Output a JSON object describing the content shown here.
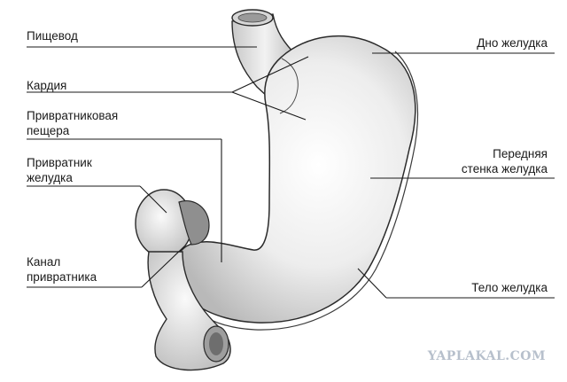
{
  "labels": {
    "esophagus": "Пищевод",
    "cardia": "Кардия",
    "antrum_line1": "Привратниковая",
    "antrum_line2": "пещера",
    "pylorus_line1": "Привратник",
    "pylorus_line2": "желудка",
    "canal_line1": "Канал",
    "canal_line2": "привратника",
    "fundus": "Дно желудка",
    "front_wall_line1": "Передняя",
    "front_wall_line2": "стенка желудка",
    "body": "Тело желудка"
  },
  "watermark": "YAPLAKAL.COM",
  "colors": {
    "ink": "#1a1a1a",
    "organ_light": "#f4f4f4",
    "organ_shade": "#bdbdbd",
    "watermark": "#b7c0cc"
  }
}
